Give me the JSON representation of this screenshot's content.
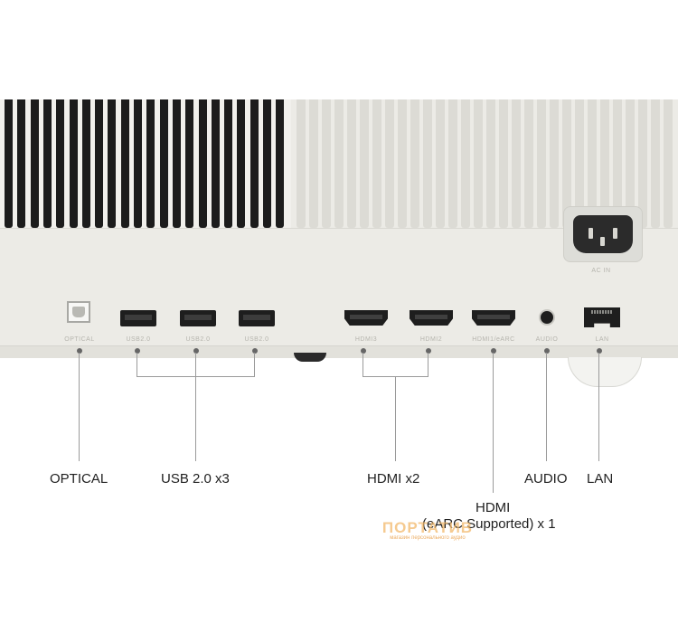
{
  "ports": {
    "optical": "OPTICAL",
    "usb": [
      "USB2.0",
      "USB2.0",
      "USB2.0"
    ],
    "hdmi": [
      "HDMI3",
      "HDMI2",
      "HDMI1/eARC"
    ],
    "audio": "AUDIO",
    "lan": "LAN",
    "ac_in": "AC IN"
  },
  "callouts": {
    "optical": "OPTICAL",
    "usb": "USB 2.0 x3",
    "hdmi": "HDMI x2",
    "hdmi_earc_line1": "HDMI",
    "hdmi_earc_line2": "(eARC Supported) x 1",
    "audio": "AUDIO",
    "lan": "LAN"
  },
  "watermark": {
    "brand": "ПОРТАТИВ",
    "tagline": "магазин персонального аудио"
  },
  "colors": {
    "housing": "#ecebe6",
    "vent_dark": "#1c1c1c",
    "watermark": "#f2b96b"
  }
}
